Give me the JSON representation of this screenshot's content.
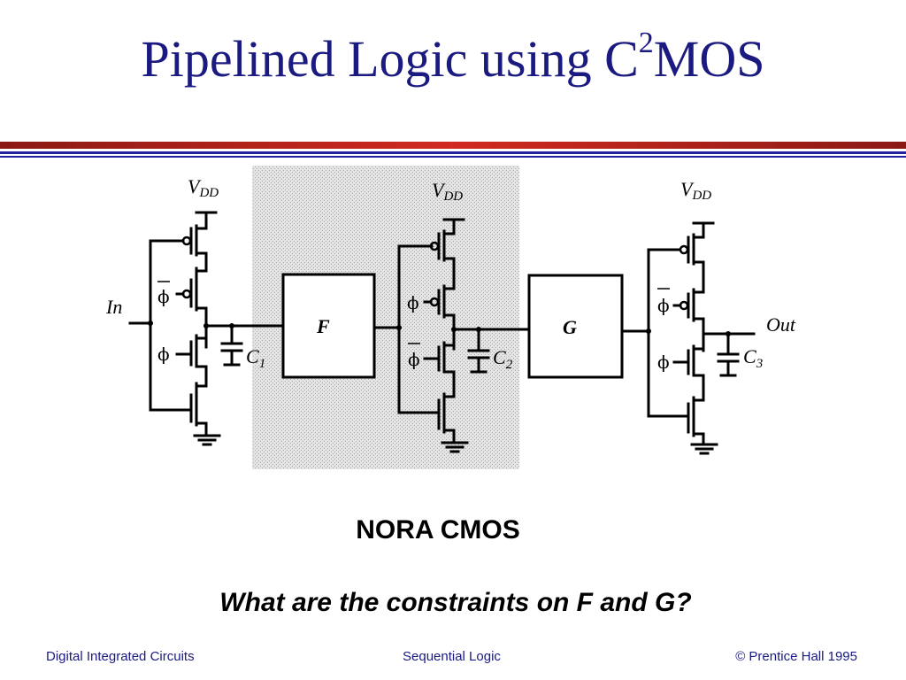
{
  "slide": {
    "title_main": "Pipelined Logic using C",
    "title_sup": "2",
    "title_end": "MOS"
  },
  "circuit": {
    "vdd_label": "V",
    "vdd_sub": "DD",
    "input_label": "In",
    "output_label": "Out",
    "block_f": "F",
    "block_g": "G",
    "cap_letter": "C",
    "cap1_sub": "1",
    "cap2_sub": "2",
    "cap3_sub": "3",
    "phi": "ϕ"
  },
  "captions": {
    "style_name": "NORA CMOS",
    "question": "What are the constraints on F and G?"
  },
  "footer": {
    "left": "Digital Integrated Circuits",
    "center": "Sequential Logic",
    "right": "© Prentice Hall 1995"
  },
  "colors": {
    "title": "#1a1a80",
    "rule_red": "#c0241c",
    "rule_blue": "#2020a0",
    "shade": "#d8d8d8"
  }
}
